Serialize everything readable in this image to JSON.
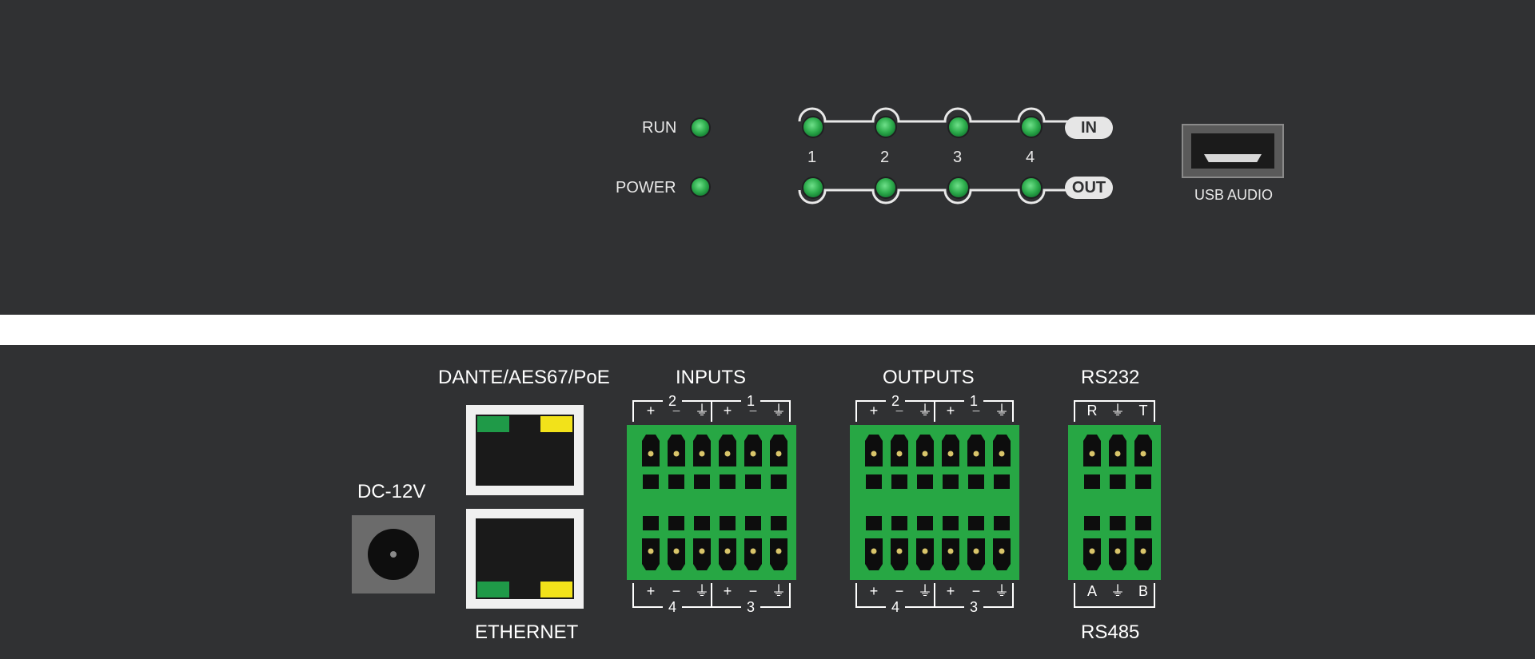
{
  "front": {
    "run_label": "RUN",
    "power_label": "POWER",
    "in_label": "IN",
    "out_label": "OUT",
    "channels": [
      "1",
      "2",
      "3",
      "4"
    ],
    "usb_label": "USB AUDIO"
  },
  "rear": {
    "dc_label": "DC-12V",
    "dante_label": "DANTE/AES67/PoE",
    "ethernet_label": "ETHERNET",
    "inputs_label": "INPUTS",
    "outputs_label": "OUTPUTS",
    "rs232_label": "RS232",
    "rs485_label": "RS485",
    "terminal_top_groups": [
      "2",
      "1"
    ],
    "terminal_bottom_groups": [
      "4",
      "3"
    ],
    "terminal_pins": [
      "+",
      "−",
      "⏚",
      "+",
      "−",
      "⏚"
    ],
    "rs232_pins": [
      "R",
      "⏚",
      "T"
    ],
    "rs485_pins": [
      "A",
      "⏚",
      "B"
    ]
  },
  "colors": {
    "panel": "#303133",
    "led_green": "#2fae4e",
    "terminal_green": "#27a744",
    "eth_green": "#1f9a48",
    "eth_yellow": "#f2e21a",
    "label_light": "#e8e8e8"
  }
}
